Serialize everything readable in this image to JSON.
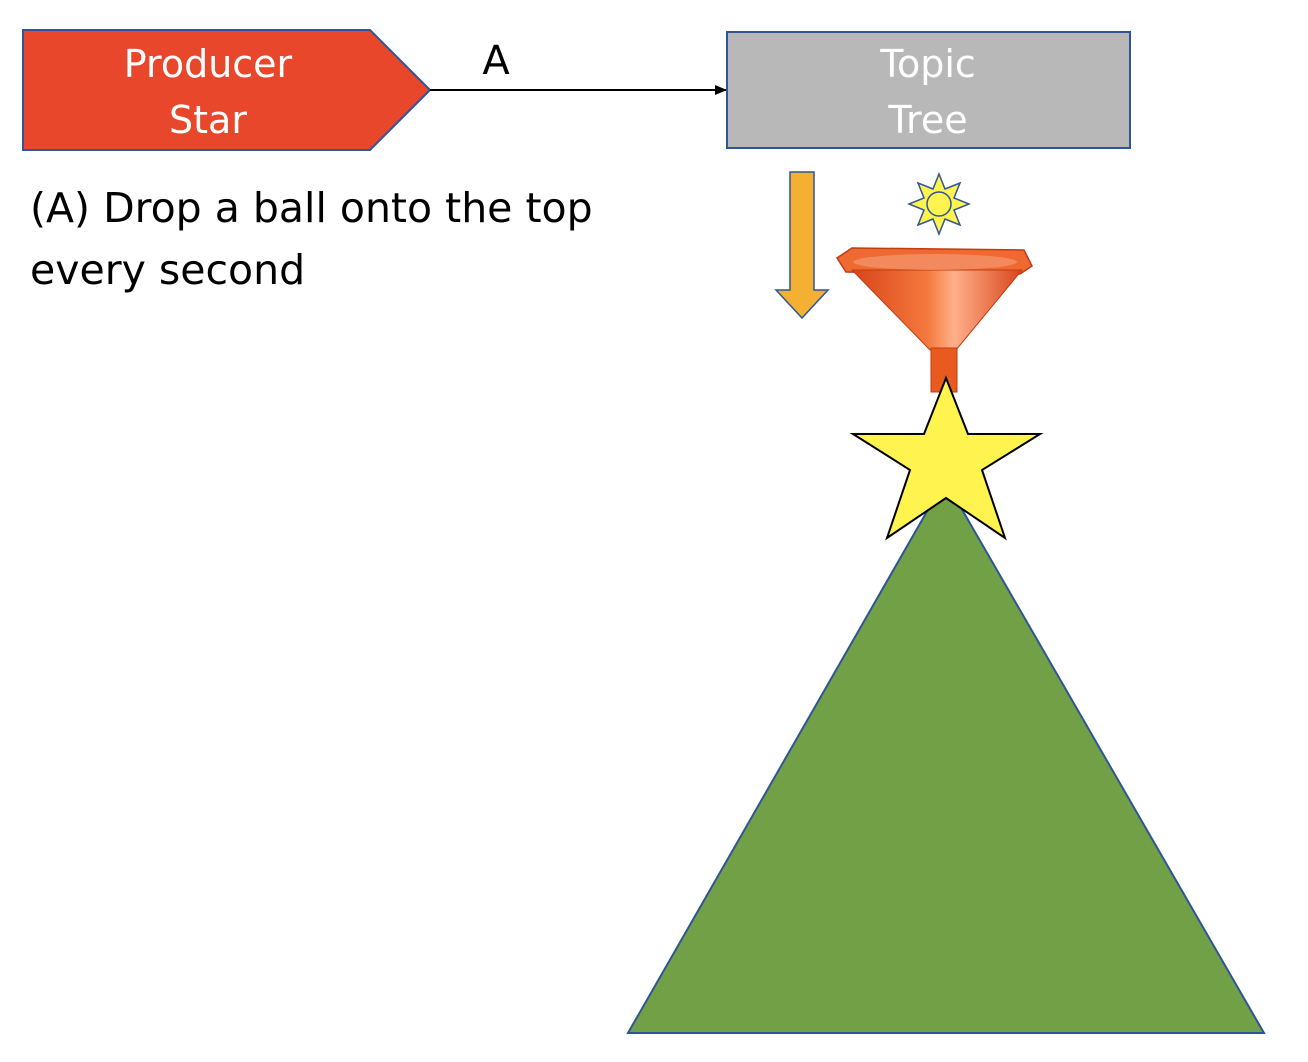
{
  "producer": {
    "line1": "Producer",
    "line2": "Star",
    "fill": "#E8472B",
    "border": "#2F5597"
  },
  "edge": {
    "label": "A",
    "color": "#000000"
  },
  "topic": {
    "line1": "Topic",
    "line2": "Tree",
    "fill": "#B8B8B8",
    "border": "#2F5597"
  },
  "caption": {
    "line1": "(A) Drop a ball onto the top",
    "line2": "every second"
  },
  "icons": {
    "drop_arrow": "down-arrow-icon",
    "ball": "sun-ball-icon",
    "funnel": "funnel-icon",
    "star": "star-icon",
    "tree": "triangle-tree-icon"
  },
  "colors": {
    "arrow": "#F4B033",
    "funnel": "#E95A1E",
    "star": "#FFF44F",
    "tree": "#71A047",
    "outline": "#2F5597"
  }
}
